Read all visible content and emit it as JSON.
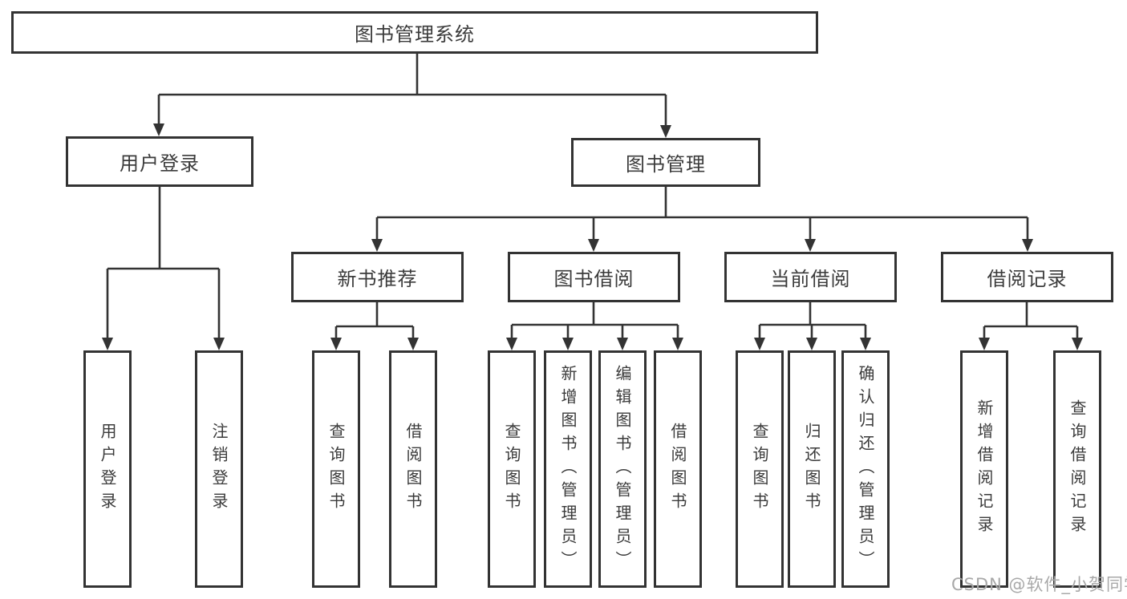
{
  "tree": {
    "root": "图书管理系统",
    "branches": [
      {
        "label": "用户登录",
        "leaves": [
          "用户登录",
          "注销登录"
        ]
      },
      {
        "label": "图书管理",
        "groups": [
          {
            "label": "新书推荐",
            "leaves": [
              "查询图书",
              "借阅图书"
            ]
          },
          {
            "label": "图书借阅",
            "leaves": [
              "查询图书",
              "新增图书（管理员）",
              "编辑图书（管理员）",
              "借阅图书"
            ]
          },
          {
            "label": "当前借阅",
            "leaves": [
              "查询图书",
              "归还图书",
              "确认归还（管理员）"
            ]
          },
          {
            "label": "借阅记录",
            "leaves": [
              "新增借阅记录",
              "查询借阅记录"
            ]
          }
        ]
      }
    ]
  },
  "watermark": "CSDN @软件_小贺同学",
  "colors": {
    "line": "#333333",
    "node-border": "#333333",
    "node-fill": "#ffffff",
    "text": "#3b3b3b",
    "watermark": "#a8a8a8",
    "background": "#ffffff"
  }
}
